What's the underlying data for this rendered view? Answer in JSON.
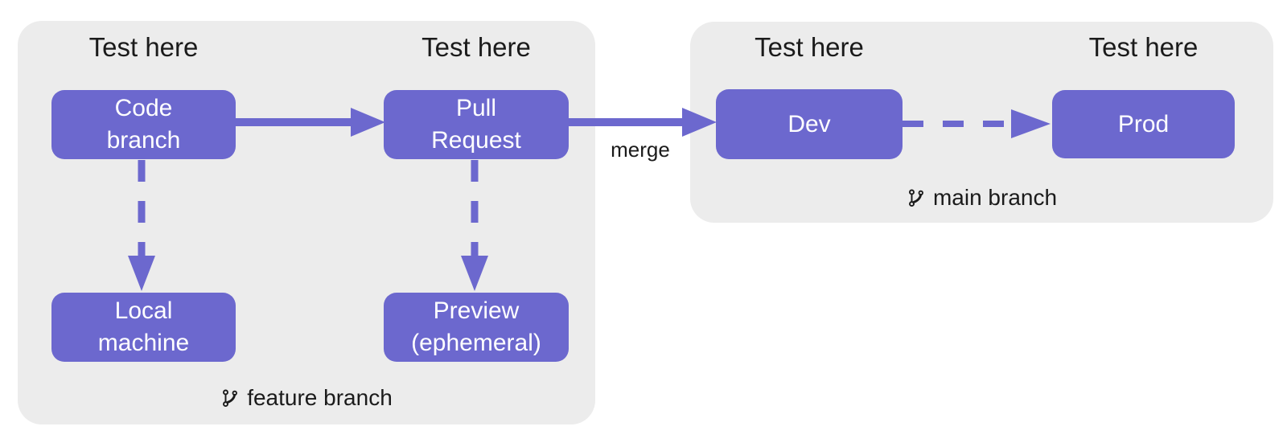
{
  "colors": {
    "accent_purple": "#6c68ce",
    "group_background": "#ececec",
    "canvas_background": "#ffffff",
    "label_text": "#1b1b1b",
    "node_text": "#ffffff"
  },
  "groups": [
    {
      "name": "feature-branch-group",
      "branch_label": "feature branch",
      "branch_icon": "git-branch-icon",
      "test_labels": [
        "Test here",
        "Test here"
      ],
      "nodes": [
        {
          "id": "code-branch",
          "label": "Code branch",
          "lines": [
            "Code",
            "branch"
          ]
        },
        {
          "id": "pull-request",
          "label": "Pull Request",
          "lines": [
            "Pull",
            "Request"
          ]
        },
        {
          "id": "local-machine",
          "label": "Local machine",
          "lines": [
            "Local",
            "machine"
          ]
        },
        {
          "id": "preview-ephemeral",
          "label": "Preview (ephemeral)",
          "lines": [
            "Preview",
            "(ephemeral)"
          ]
        }
      ]
    },
    {
      "name": "main-branch-group",
      "branch_label": "main branch",
      "branch_icon": "git-branch-icon",
      "test_labels": [
        "Test here",
        "Test here"
      ],
      "nodes": [
        {
          "id": "dev",
          "label": "Dev",
          "lines": [
            "Dev"
          ]
        },
        {
          "id": "prod",
          "label": "Prod",
          "lines": [
            "Prod"
          ]
        }
      ]
    }
  ],
  "edges": [
    {
      "from": "code-branch",
      "to": "pull-request",
      "style": "solid"
    },
    {
      "from": "pull-request",
      "to": "dev",
      "style": "solid",
      "label": "merge"
    },
    {
      "from": "dev",
      "to": "prod",
      "style": "dashed"
    },
    {
      "from": "code-branch",
      "to": "local-machine",
      "style": "dashed"
    },
    {
      "from": "pull-request",
      "to": "preview-ephemeral",
      "style": "dashed"
    }
  ]
}
